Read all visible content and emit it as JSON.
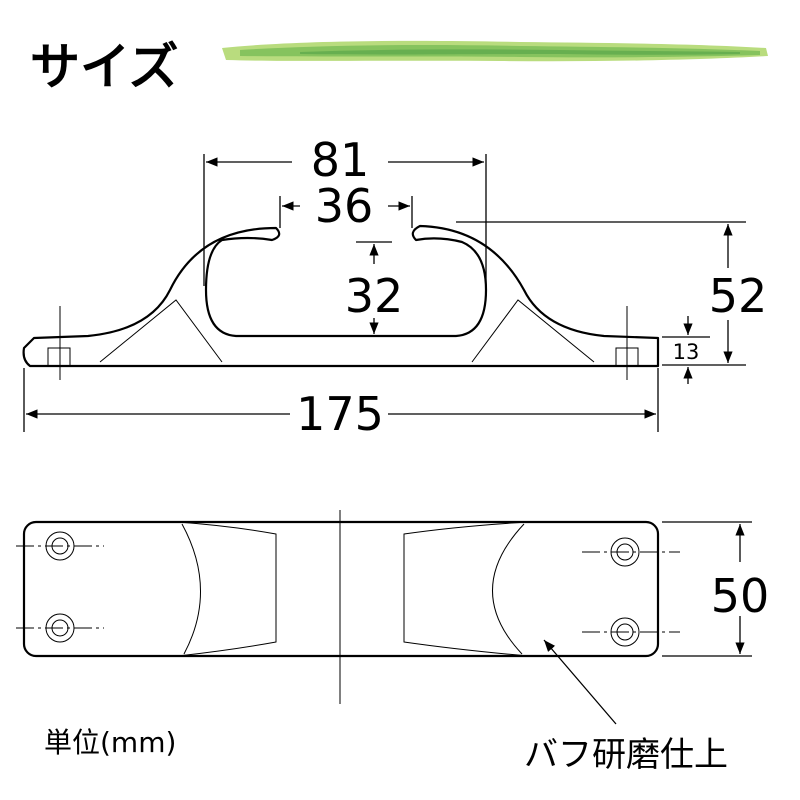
{
  "title": "サイズ",
  "colors": {
    "brush_light": "#b9dc7e",
    "brush_mid": "#86c35e",
    "brush_dark": "#5aa64a",
    "line": "#000000"
  },
  "side_view": {
    "dims": {
      "overall_width": "81",
      "inner_opening": "36",
      "inner_height": "32",
      "total_height": "52",
      "base_thickness": "13",
      "total_length": "175"
    }
  },
  "top_view": {
    "dims": {
      "width": "50"
    }
  },
  "unit_label": "単位(mm)",
  "finish_label": "バフ研磨仕上"
}
